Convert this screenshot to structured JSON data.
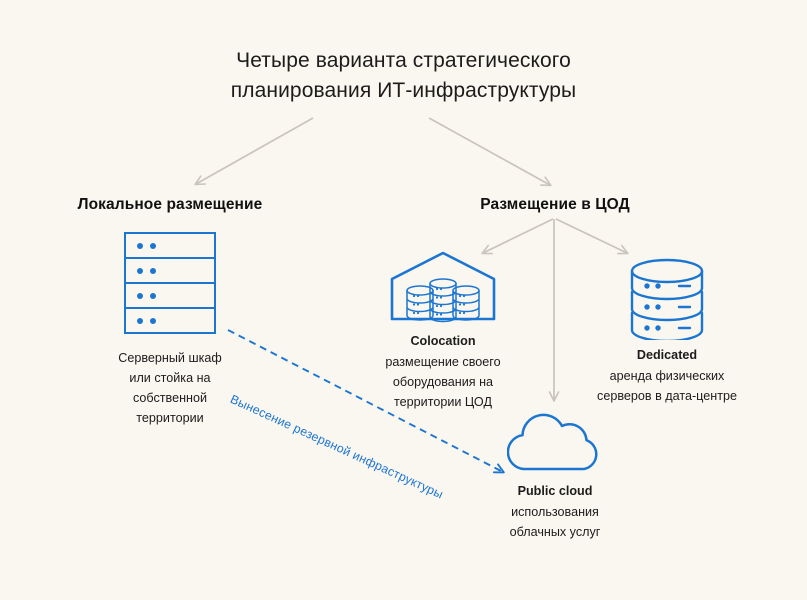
{
  "meta": {
    "background_color": "#faf6f0",
    "accent_color": "#1b76d1",
    "arrow_color": "#c9c4bc",
    "text_color": "#1c1c1c"
  },
  "title": {
    "line1": "Четыре варианта стратегического",
    "line2": "планирования ИТ-инфраструктуры"
  },
  "branches": {
    "onprem_heading": "Локальное размещение",
    "dc_heading": "Размещение в ЦОД"
  },
  "nodes": {
    "onprem": {
      "icon": "server-rack-icon",
      "caption_lines": [
        "Серверный шкаф",
        "или стойка на",
        "собственной",
        "территории"
      ]
    },
    "colocation": {
      "icon": "datacenter-building-icon",
      "title": "Colocation",
      "caption_lines": [
        "размещение своего",
        "оборудования на",
        "территории ЦОД"
      ]
    },
    "dedicated": {
      "icon": "database-stack-icon",
      "title": "Dedicated",
      "caption_lines": [
        "аренда физических",
        "серверов в дата-центре"
      ]
    },
    "public_cloud": {
      "icon": "cloud-icon",
      "title": "Public cloud",
      "caption_lines": [
        "использования",
        "облачных услуг"
      ]
    }
  },
  "connectors": {
    "dashed_label": "Вынесение резервной инфраструктуры"
  }
}
